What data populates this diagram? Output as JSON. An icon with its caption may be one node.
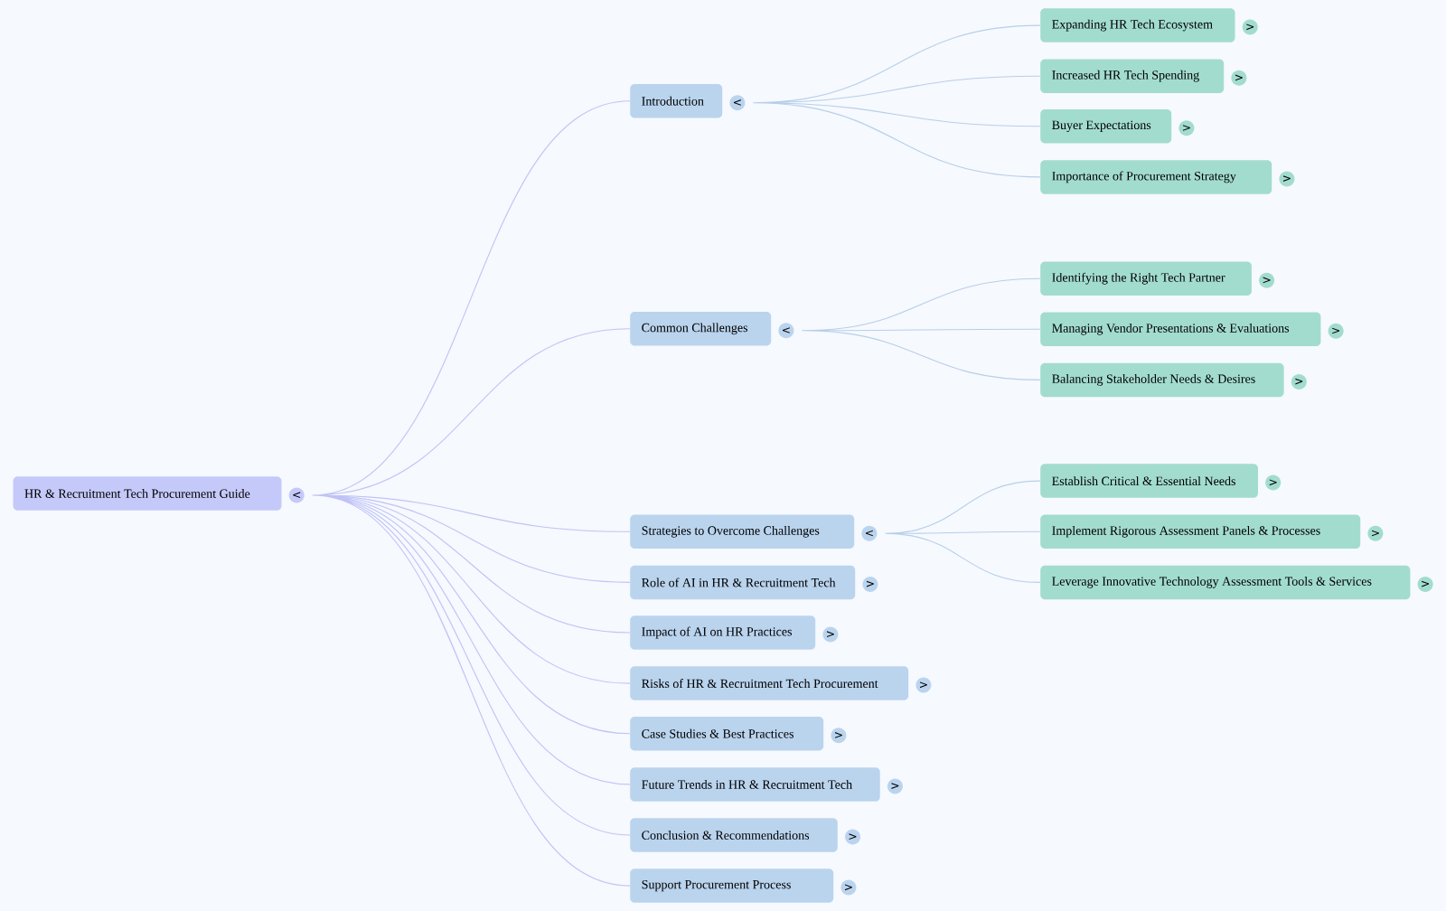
{
  "diagram": {
    "nodes": [
      {
        "text": [
          "HR & Recruitment Tech Procurement Guide"
        ],
        "beside": [
          "<"
        ]
      },
      {
        "text": [
          "Introduction"
        ],
        "beside": [
          "<"
        ]
      },
      {
        "text": [
          "Expanding HR Tech Ecosystem"
        ],
        "beside": [
          ">"
        ]
      },
      {
        "text": [
          "Increased HR Tech Spending"
        ],
        "beside": [
          ">"
        ]
      },
      {
        "text": [
          "Buyer Expectations"
        ],
        "beside": [
          ">"
        ]
      },
      {
        "text": [
          "Importance of Procurement Strategy"
        ],
        "beside": [
          ">"
        ]
      },
      {
        "text": [
          "Common Challenges"
        ],
        "beside": [
          "<"
        ]
      },
      {
        "text": [
          "Identifying the Right Tech Partner"
        ],
        "beside": [
          ">"
        ]
      },
      {
        "text": [
          "Managing Vendor Presentations & Evaluations"
        ],
        "beside": [
          ">"
        ]
      },
      {
        "text": [
          "Balancing Stakeholder Needs & Desires"
        ],
        "beside": [
          ">"
        ]
      },
      {
        "text": [
          "Strategies to Overcome Challenges"
        ],
        "beside": [
          "<"
        ]
      },
      {
        "text": [
          "Establish Critical & Essential Needs"
        ],
        "beside": [
          ">"
        ]
      },
      {
        "text": [
          "Implement Rigorous Assessment Panels & Processes"
        ],
        "beside": [
          ">"
        ]
      },
      {
        "text": [
          "Leverage Innovative Technology Assessment Tools & Services"
        ],
        "beside": [
          ">"
        ]
      },
      {
        "text": [
          "Role of AI in HR & Recruitment Tech"
        ],
        "beside": [
          ">"
        ]
      },
      {
        "text": [
          "Impact of AI on HR Practices"
        ],
        "beside": [
          ">"
        ]
      },
      {
        "text": [
          "Risks of HR & Recruitment Tech Procurement"
        ],
        "beside": [
          ">"
        ]
      },
      {
        "text": [
          "Case Studies & Best Practices"
        ],
        "beside": [
          ">"
        ]
      },
      {
        "text": [
          "Future Trends in HR & Recruitment Tech"
        ],
        "beside": [
          ">"
        ]
      },
      {
        "text": [
          "Conclusion & Recommendations"
        ],
        "beside": [
          ">"
        ]
      },
      {
        "text": [
          "Support Procurement Process"
        ],
        "beside": [
          ">"
        ]
      }
    ],
    "edges": [
      {
        "from": 0,
        "to": 1,
        "arrow": "none"
      },
      {
        "from": 0,
        "to": 6,
        "arrow": "none"
      },
      {
        "from": 0,
        "to": 10,
        "arrow": "none"
      },
      {
        "from": 0,
        "to": 14,
        "arrow": "none"
      },
      {
        "from": 0,
        "to": 15,
        "arrow": "none"
      },
      {
        "from": 0,
        "to": 16,
        "arrow": "none"
      },
      {
        "from": 0,
        "to": 17,
        "arrow": "none"
      },
      {
        "from": 0,
        "to": 18,
        "arrow": "none"
      },
      {
        "from": 0,
        "to": 19,
        "arrow": "none"
      },
      {
        "from": 0,
        "to": 20,
        "arrow": "none"
      },
      {
        "from": 1,
        "to": 2,
        "arrow": "none",
        "color": "#b7cfe9"
      },
      {
        "from": 1,
        "to": 3,
        "arrow": "none",
        "color": "#b7cfe9"
      },
      {
        "from": 1,
        "to": 4,
        "arrow": "none",
        "color": "#b7cfe9"
      },
      {
        "from": 1,
        "to": 5,
        "arrow": "none",
        "color": "#b7cfe9"
      },
      {
        "from": 6,
        "to": 7,
        "arrow": "none",
        "color": "#b7cfe9"
      },
      {
        "from": 6,
        "to": 8,
        "arrow": "none",
        "color": "#b7cfe9"
      },
      {
        "from": 6,
        "to": 9,
        "arrow": "none",
        "color": "#b7cfe9"
      },
      {
        "from": 10,
        "to": 11,
        "arrow": "none",
        "color": "#b7cfe9"
      },
      {
        "from": 10,
        "to": 12,
        "arrow": "none",
        "color": "#b7cfe9"
      },
      {
        "from": 10,
        "to": 13,
        "arrow": "none",
        "color": "#b7cfe9"
      }
    ]
  }
}
